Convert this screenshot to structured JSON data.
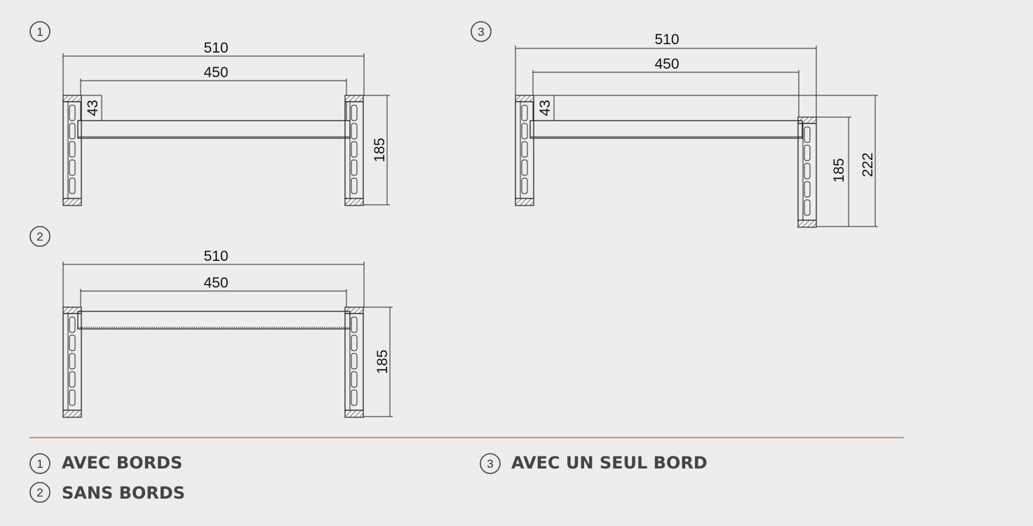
{
  "diagrams": {
    "d1": {
      "number": "1",
      "width_total": "510",
      "width_inner": "450",
      "edge_height": "43",
      "height": "185"
    },
    "d2": {
      "number": "2",
      "width_total": "510",
      "width_inner": "450",
      "height": "185"
    },
    "d3": {
      "number": "3",
      "width_total": "510",
      "width_inner": "450",
      "edge_height": "43",
      "height_low": "185",
      "height_total": "222"
    }
  },
  "legend": [
    {
      "number": "1",
      "label": "AVEC BORDS"
    },
    {
      "number": "2",
      "label": "SANS BORDS"
    },
    {
      "number": "3",
      "label": "AVEC UN SEUL BORD"
    }
  ],
  "colors": {
    "background": "#ededed",
    "divider": "#c8782c",
    "line": "#222222",
    "legend_text": "#444444"
  }
}
